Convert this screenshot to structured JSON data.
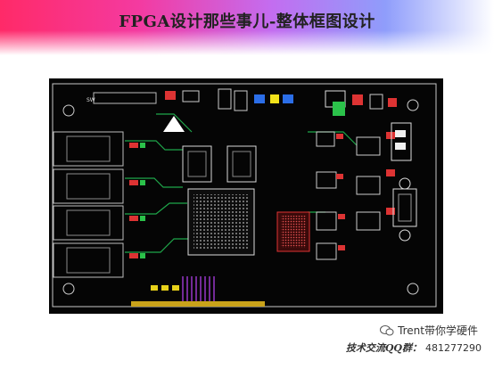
{
  "slide": {
    "title": "FPGA设计那些事儿-整体框图设计",
    "pcb_image_label": "SW",
    "watermark": {
      "brand": "Trent带你学硬件",
      "qq_label": "技术交流QQ群：",
      "qq_number": "481277290"
    }
  },
  "colors": {
    "banner_left": "#ff2a68",
    "banner_right": "#8f9dfb",
    "pcb_background": "#050505"
  }
}
